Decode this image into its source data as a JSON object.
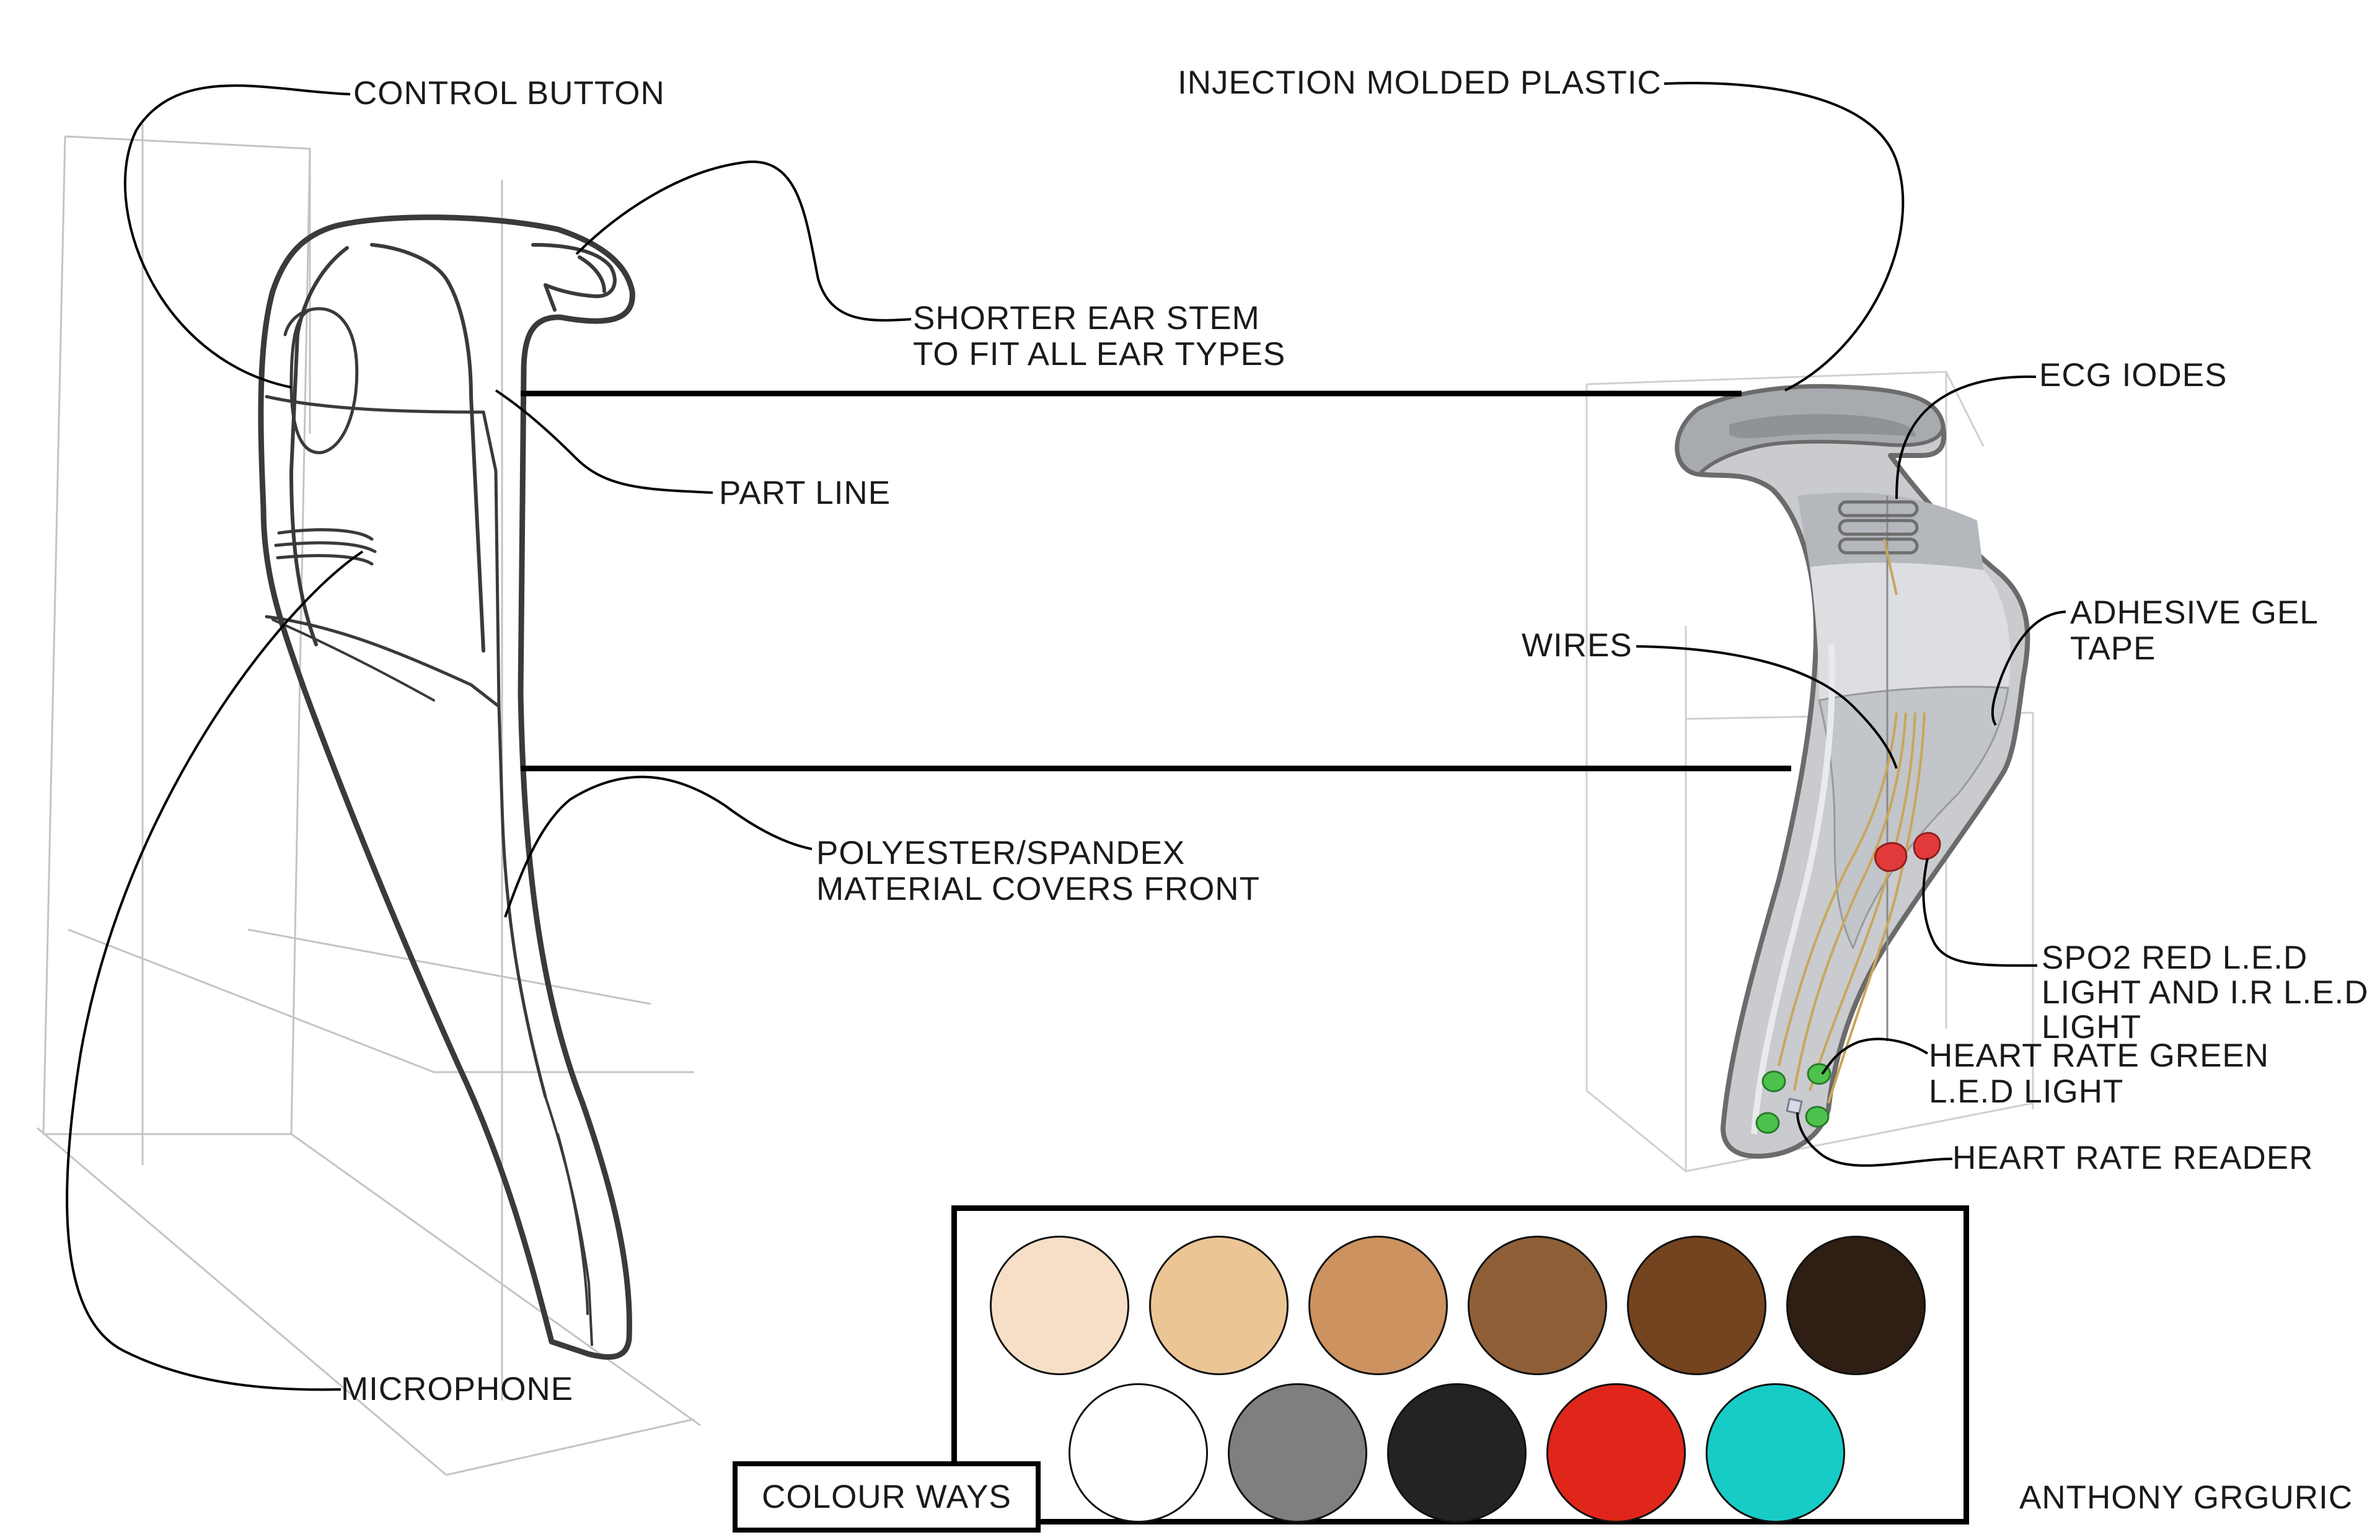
{
  "labels": {
    "control_button": "CONTROL BUTTON",
    "injection_molded": "INJECTION MOLDED PLASTIC",
    "shorter_ear_stem": [
      "SHORTER EAR STEM",
      "TO FIT ALL EAR TYPES"
    ],
    "part_line": "PART LINE",
    "ecg_iodes": "ECG IODES",
    "adhesive_gel": [
      "ADHESIVE GEL",
      "TAPE"
    ],
    "wires": "WIRES",
    "polyester": [
      "POLYESTER/SPANDEX",
      "MATERIAL COVERS FRONT"
    ],
    "spo2": [
      "SPO2 RED L.E.D",
      "LIGHT AND I.R L.E.D",
      "LIGHT"
    ],
    "heart_rate_green": [
      "HEART RATE GREEN",
      "L.E.D LIGHT"
    ],
    "heart_rate_reader": "HEART RATE READER",
    "microphone": "MICROPHONE",
    "colour_ways": "COLOUR WAYS",
    "author": "ANTHONY GRGURIC"
  },
  "swatches": {
    "row1": [
      "#f6dfc6",
      "#ecc595",
      "#cc9260",
      "#8e5f37",
      "#74431f",
      "#2e1e13"
    ],
    "row2": [
      "#ffffff",
      "#7f7f7f",
      "#232323",
      "#e0261b",
      "#17ccc6"
    ]
  },
  "colors": {
    "line": "#000000",
    "sketch": "#3a3a3a",
    "guide": "#b8b8b8",
    "device_grey": "#c9cbcf",
    "device_dark": "#9c9fa3",
    "led_red": "#e23a3a",
    "led_green": "#4cc24c",
    "wire": "#c9a65a"
  }
}
